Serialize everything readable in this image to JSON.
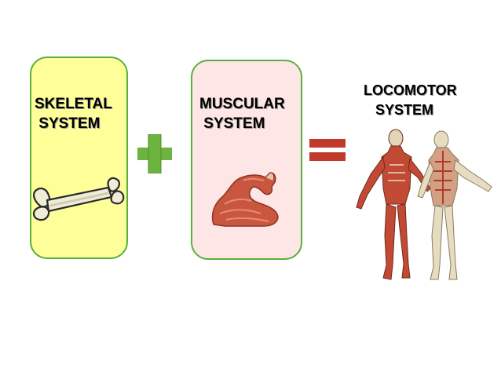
{
  "panels": {
    "skeletal": {
      "line1": "SKELETAL",
      "line2": " SYSTEM",
      "icon": "bone-icon",
      "fill": "#ffff99",
      "border": "#59b03b"
    },
    "muscular": {
      "line1": "MUSCULAR",
      "line2": " SYSTEM",
      "icon": "flexed-arm-muscle-icon",
      "fill": "#ffe6e6",
      "border": "#59b03b"
    }
  },
  "operators": {
    "plus_icon": "plus-icon",
    "plus_color": "#6db33f",
    "equals_icon": "equals-icon",
    "equals_color": "#c0392b"
  },
  "result": {
    "line1": "LOCOMOTOR",
    "line2": "   SYSTEM",
    "icon": "muscle-skeleton-figures-icon"
  }
}
